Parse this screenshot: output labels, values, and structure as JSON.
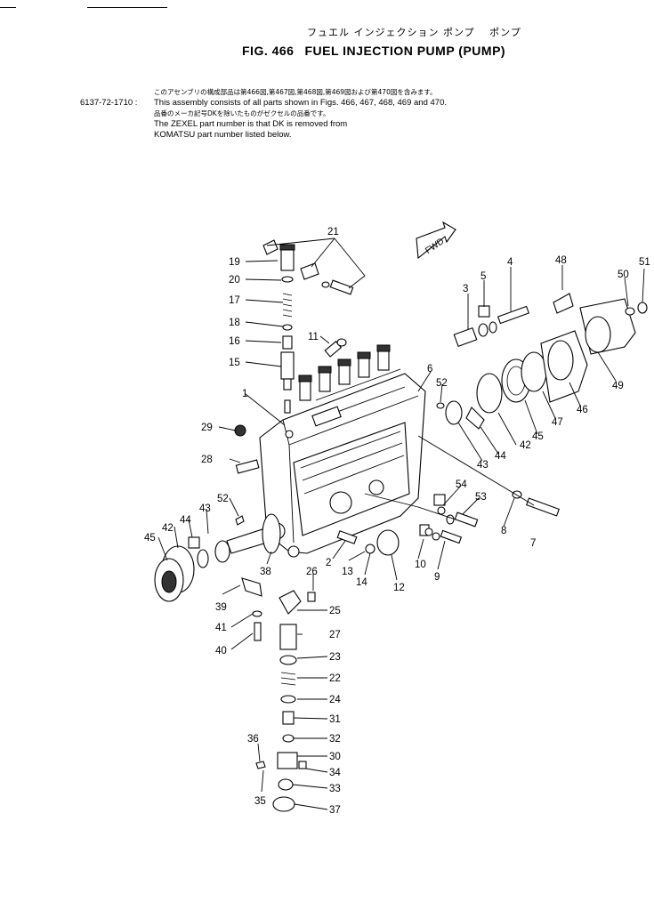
{
  "header": {
    "title_ja": "フュエル インジェクション ポンプ　 ポンプ",
    "fig_number": "FIG. 466",
    "fig_title": "FUEL INJECTION PUMP (PUMP)",
    "part_number": "6137-72-1710 :",
    "notes": [
      "このアセンブリの構成部品は第466図,第467図,第468図,第469図および第470図を含みます。",
      "This assembly consists of all parts shown in Figs. 466, 467, 468, 469 and 470.",
      "品番のメーカ記号DKを除いたものがゼクセルの品番です。",
      "The ZEXEL part number is that DK is removed from",
      "KOMATSU part number listed below."
    ]
  },
  "diagram": {
    "fwd_label": "FWD",
    "callouts": [
      "1",
      "2",
      "3",
      "4",
      "5",
      "6",
      "7",
      "8",
      "9",
      "10",
      "11",
      "12",
      "13",
      "14",
      "15",
      "16",
      "17",
      "18",
      "19",
      "20",
      "21",
      "22",
      "23",
      "24",
      "25",
      "26",
      "27",
      "28",
      "29",
      "30",
      "31",
      "32",
      "33",
      "34",
      "35",
      "36",
      "37",
      "38",
      "39",
      "40",
      "41",
      "42",
      "42",
      "43",
      "43",
      "44",
      "44",
      "45",
      "45",
      "46",
      "47",
      "48",
      "49",
      "50",
      "51",
      "52",
      "52",
      "53",
      "54"
    ]
  }
}
